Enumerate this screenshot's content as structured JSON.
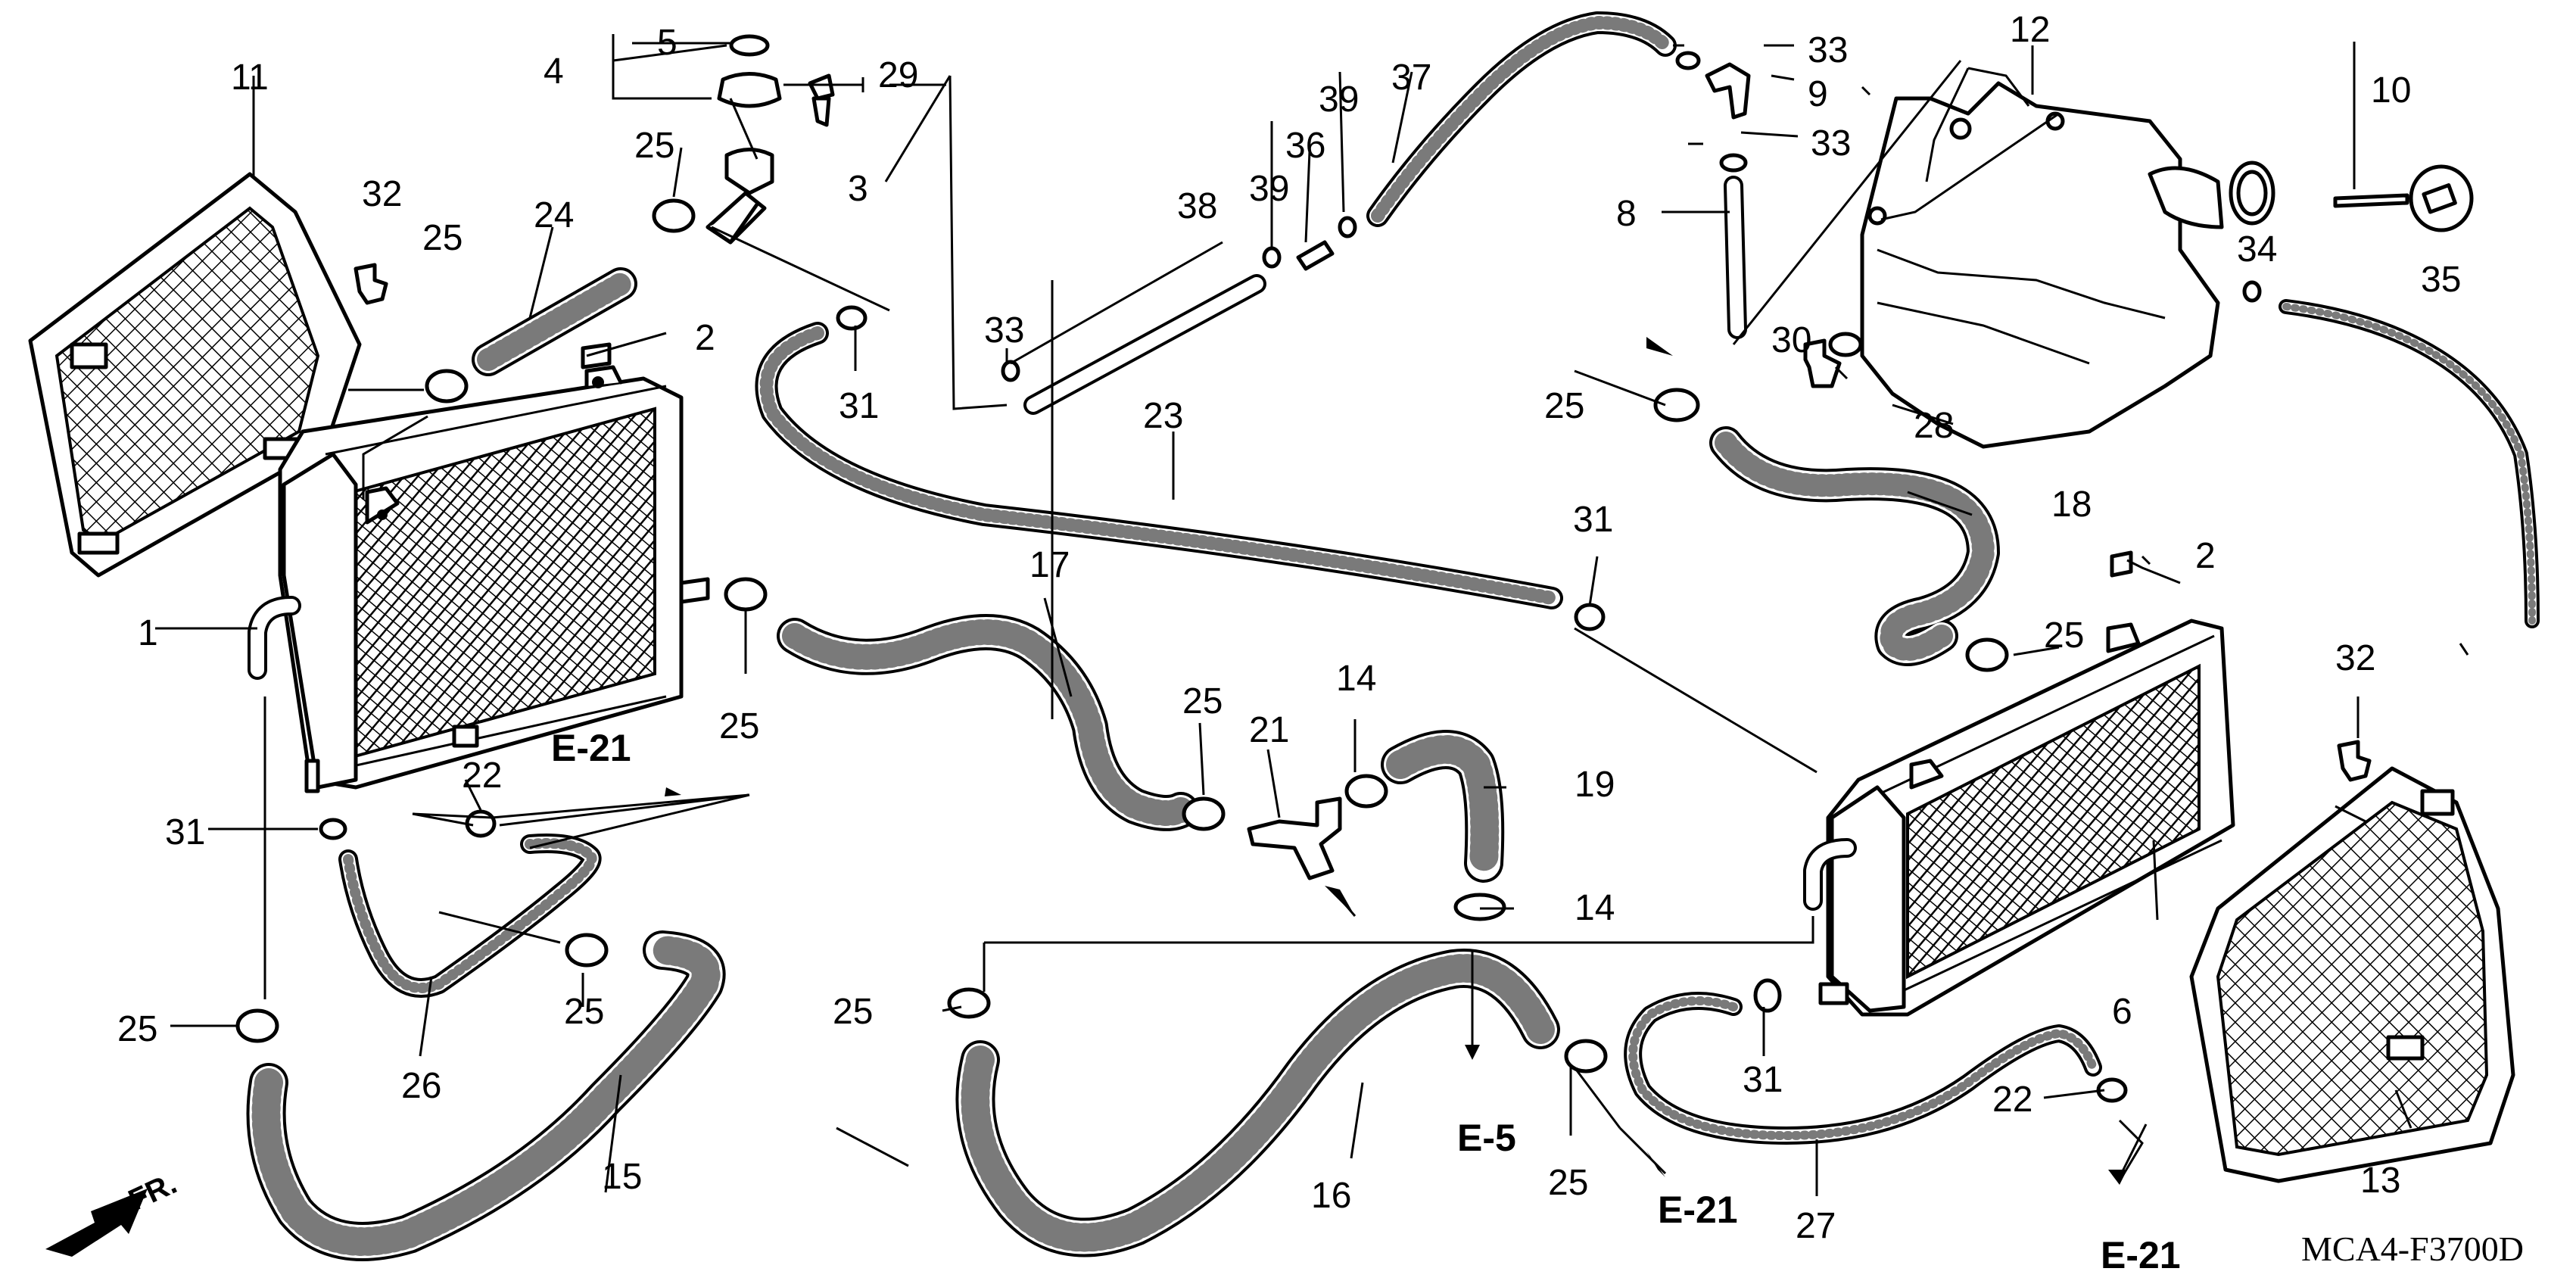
{
  "diagram_code": "MCA4-F3700D",
  "direction_label": "FR.",
  "references": {
    "e21_top": "E-21",
    "e5": "E-5",
    "e21_bottom_mid": "E-21",
    "e21_bottom_right": "E-21"
  },
  "callouts": {
    "c1": "1",
    "c2a": "2",
    "c2b": "2",
    "c3": "3",
    "c4": "4",
    "c5": "5",
    "c6": "6",
    "c8": "8",
    "c9": "9",
    "c10": "10",
    "c11": "11",
    "c12": "12",
    "c13": "13",
    "c14a": "14",
    "c14b": "14",
    "c15": "15",
    "c16": "16",
    "c17": "17",
    "c18": "18",
    "c19": "19",
    "c21": "21",
    "c22a": "22",
    "c22b": "22",
    "c23": "23",
    "c24": "24",
    "c25a": "25",
    "c25b": "25",
    "c25c": "25",
    "c25d": "25",
    "c25e": "25",
    "c25f": "25",
    "c25g": "25",
    "c25h": "25",
    "c25i": "25",
    "c25j": "25",
    "c26": "26",
    "c27": "27",
    "c28": "28",
    "c29": "29",
    "c30": "30",
    "c31a": "31",
    "c31b": "31",
    "c31c": "31",
    "c31d": "31",
    "c32a": "32",
    "c32b": "32",
    "c33a": "33",
    "c33b": "33",
    "c33c": "33",
    "c34": "34",
    "c35": "35",
    "c36": "36",
    "c37": "37",
    "c38": "38",
    "c39a": "39",
    "c39b": "39"
  }
}
